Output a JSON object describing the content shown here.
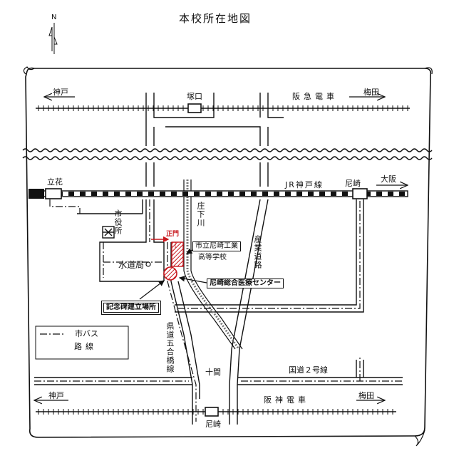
{
  "title": "本校所在地図",
  "compass": {
    "label": "N"
  },
  "rail_lines": {
    "hankyu": "阪急電車",
    "jr": "JR神戸線",
    "hanshin": "阪神電車"
  },
  "directions": {
    "kobe_top": "神戸",
    "umeda_top": "梅田",
    "osaka": "大阪",
    "kobe_bottom": "神戸",
    "umeda_bottom": "梅田"
  },
  "stations": {
    "tsukaguchi": "塚口",
    "tachibana": "立花",
    "amagasaki_jr": "尼崎",
    "amagasaki_hanshin": "尼崎"
  },
  "places": {
    "city_hall": "市役所",
    "waterworks": "水道局",
    "main_gate": "正門",
    "school_line1": "市立尼崎工業",
    "school_line2": "高等学校",
    "hospital": "尼崎総合医療センター",
    "monument": "記念碑建立場所"
  },
  "roads": {
    "shoge_river": "庄下川",
    "sangyo_road": "産業道路",
    "kendo": "県道五合橋線",
    "route2": "国道２号線",
    "jikken": "十間"
  },
  "legend": {
    "line1": "市バス",
    "line2": "路線"
  },
  "colors": {
    "red": "#c8181e",
    "ink": "#111111"
  }
}
